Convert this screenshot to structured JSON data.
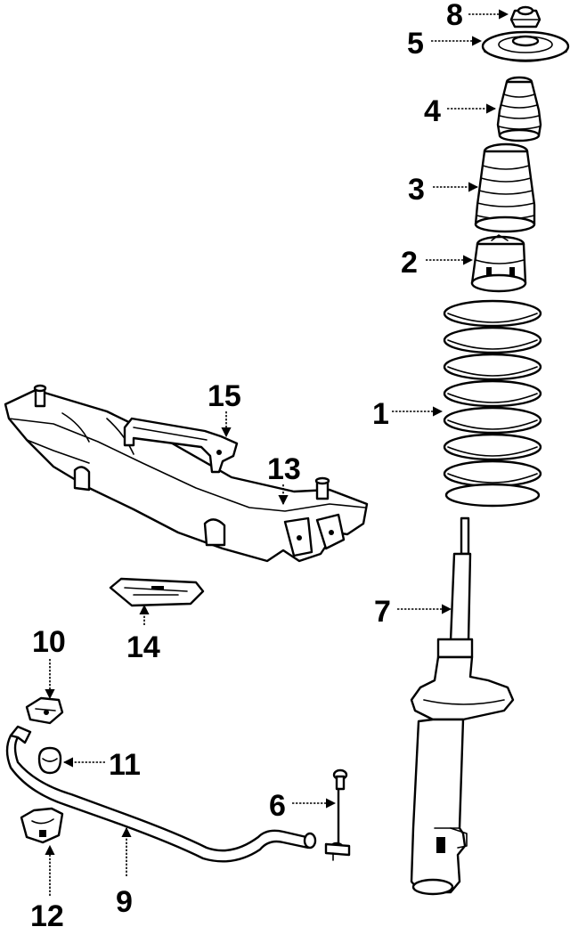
{
  "diagram": {
    "colors": {
      "line": "#000000",
      "background": "#ffffff"
    },
    "callouts": [
      {
        "id": "c1",
        "label": "1"
      },
      {
        "id": "c2",
        "label": "2"
      },
      {
        "id": "c3",
        "label": "3"
      },
      {
        "id": "c4",
        "label": "4"
      },
      {
        "id": "c5",
        "label": "5"
      },
      {
        "id": "c6",
        "label": "6"
      },
      {
        "id": "c7",
        "label": "7"
      },
      {
        "id": "c8",
        "label": "8"
      },
      {
        "id": "c9",
        "label": "9"
      },
      {
        "id": "c10",
        "label": "10"
      },
      {
        "id": "c11",
        "label": "11"
      },
      {
        "id": "c12",
        "label": "12"
      },
      {
        "id": "c13",
        "label": "13"
      },
      {
        "id": "c14",
        "label": "14"
      },
      {
        "id": "c15",
        "label": "15"
      }
    ]
  }
}
